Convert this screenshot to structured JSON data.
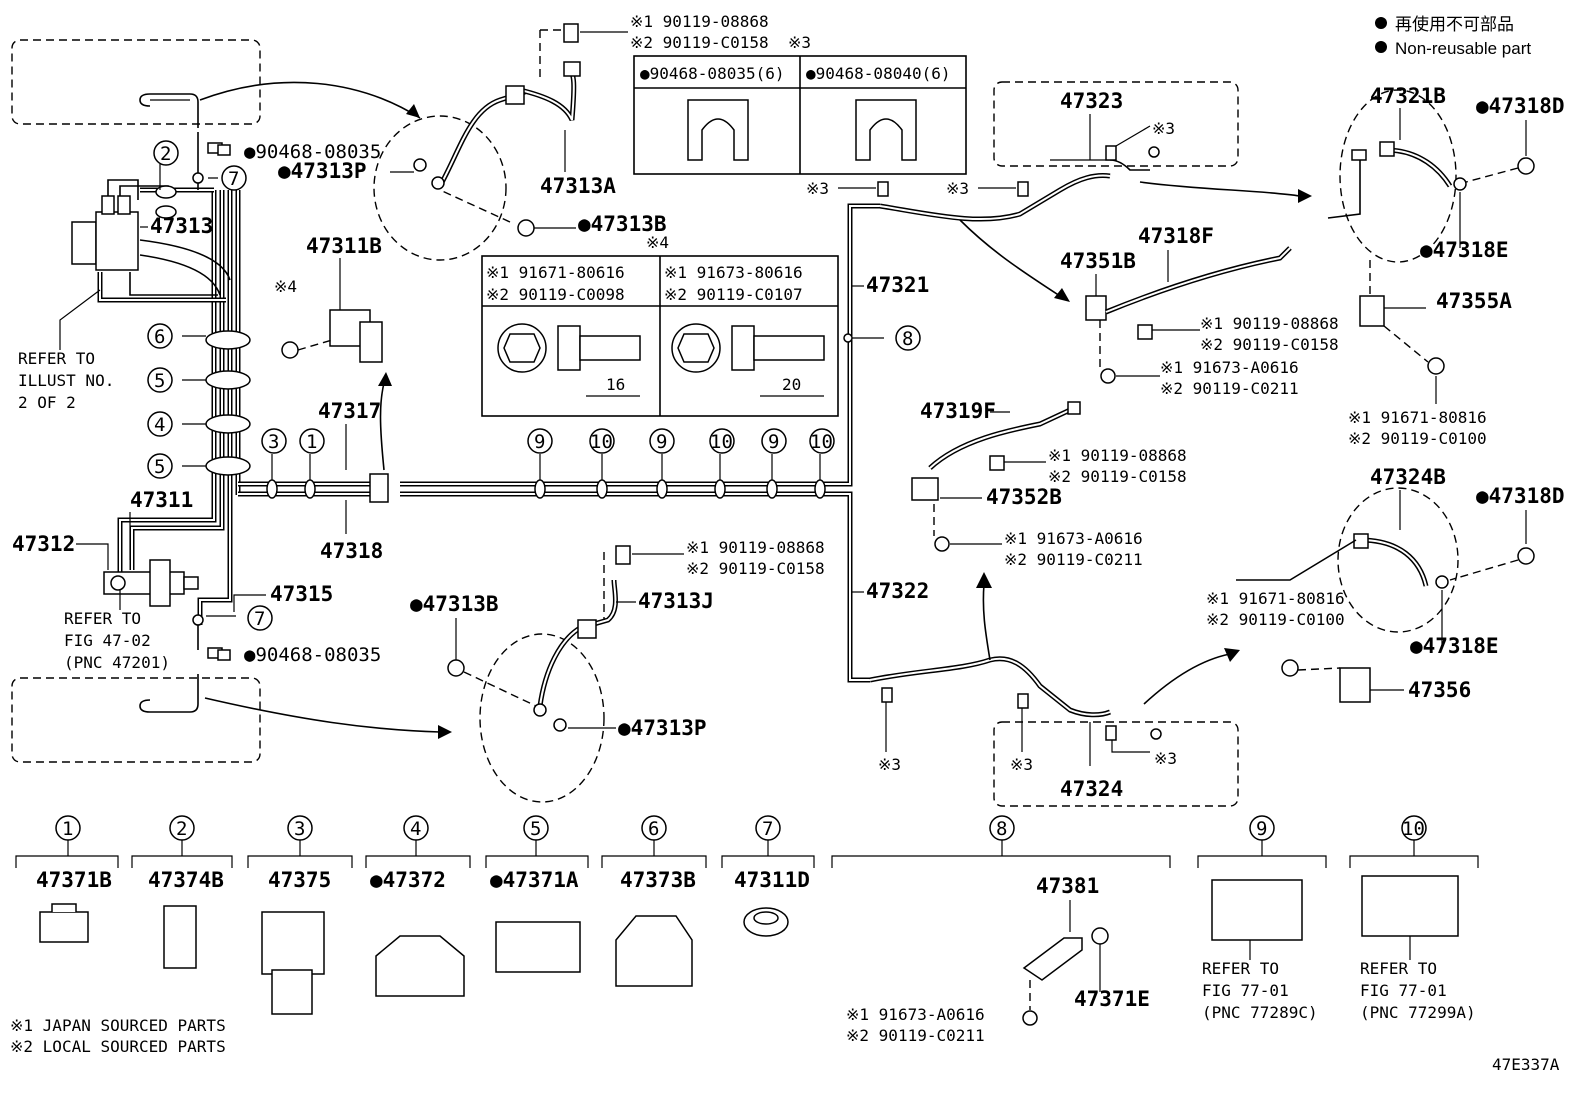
{
  "legend": {
    "jp": "再使用不可部品",
    "en": "Non-reusable part"
  },
  "diagram_code": "47E337A",
  "footnotes": [
    "※1 JAPAN SOURCED PARTS",
    "※2 LOCAL SOURCED PARTS"
  ],
  "table3": {
    "marker": "※3",
    "col1": "●90468-08035(6)",
    "col2": "●90468-08040(6)"
  },
  "table4": {
    "marker": "※4",
    "col1_a": "※1 91671-80616",
    "col1_b": "※2 90119-C0098",
    "col1_len": "16",
    "col2_a": "※1 91673-80616",
    "col2_b": "※2 90119-C0107",
    "col2_len": "20"
  },
  "refs": {
    "illust": [
      "REFER TO",
      "ILLUST NO.",
      "2 OF 2"
    ],
    "fig4702": [
      "REFER TO",
      "FIG 47-02",
      "(PNC 47201)"
    ],
    "fig7701a": [
      "REFER TO",
      "FIG 77-01",
      "(PNC 77289C)"
    ],
    "fig7701b": [
      "REFER TO",
      "FIG 77-01",
      "(PNC 77299A)"
    ]
  },
  "callouts": {
    "b_90468_a": "●90468-08035",
    "b_90468_b": "●90468-08035",
    "p47313P_top": "●47313P",
    "p47313A": "47313A",
    "p47313B_top": "●47313B",
    "s1_08868_a": "※1 90119-08868",
    "s2_c0158_a": "※2 90119-C0158",
    "p47313": "47313",
    "p47311B": "47311B",
    "mark4": "※4",
    "p47317": "47317",
    "p47311": "47311",
    "p47312": "47312",
    "p47318": "47318",
    "p47315": "47315",
    "p47313B_bot": "●47313B",
    "p47313J": "47313J",
    "s1_08868_b": "※1 90119-08868",
    "s2_c0158_b": "※2 90119-C0158",
    "p47313P_bot": "●47313P",
    "p47321": "47321",
    "p47322": "47322",
    "p47323": "47323",
    "p47324": "47324",
    "m3_a": "※3",
    "m3_b": "※3",
    "m3_c": "※3",
    "m3_d": "※3",
    "m3_e": "※3",
    "m3_f": "※3",
    "p47351B": "47351B",
    "p47318F": "47318F",
    "s1_08868_c": "※1 90119-08868",
    "s2_c0158_c": "※2 90119-C0158",
    "s1_a0616_a": "※1 91673-A0616",
    "s2_c0211_a": "※2 90119-C0211",
    "p47319F": "47319F",
    "s1_08868_d": "※1 90119-08868",
    "s2_c0158_d": "※2 90119-C0158",
    "p47352B": "47352B",
    "s1_a0616_b": "※1 91673-A0616",
    "s2_c0211_b": "※2 90119-C0211",
    "p47321B": "47321B",
    "p47318D_a": "●47318D",
    "p47318E_a": "●47318E",
    "p47355A": "47355A",
    "s1_80816_a": "※1 91671-80816",
    "s2_c0100_a": "※2 90119-C0100",
    "p47324B": "47324B",
    "p47318D_b": "●47318D",
    "s1_80816_b": "※1 91671-80816",
    "s2_c0100_b": "※2 90119-C0100",
    "p47318E_b": "●47318E",
    "p47356": "47356",
    "p47381": "47381",
    "p47371E": "47371E",
    "s1_a0616_c": "※1 91673-A0616",
    "s2_c0211_c": "※2 90119-C0211"
  },
  "nums": [
    "1",
    "2",
    "3",
    "4",
    "5",
    "6",
    "7",
    "8",
    "9",
    "10"
  ],
  "bottom_parts": [
    {
      "n": "1",
      "label": "47371B"
    },
    {
      "n": "2",
      "label": "47374B"
    },
    {
      "n": "3",
      "label": "47375"
    },
    {
      "n": "4",
      "label": "●47372"
    },
    {
      "n": "5",
      "label": "●47371A"
    },
    {
      "n": "6",
      "label": "47373B"
    },
    {
      "n": "7",
      "label": "47311D"
    },
    {
      "n": "8",
      "label": ""
    },
    {
      "n": "9",
      "label": ""
    },
    {
      "n": "10",
      "label": ""
    }
  ]
}
